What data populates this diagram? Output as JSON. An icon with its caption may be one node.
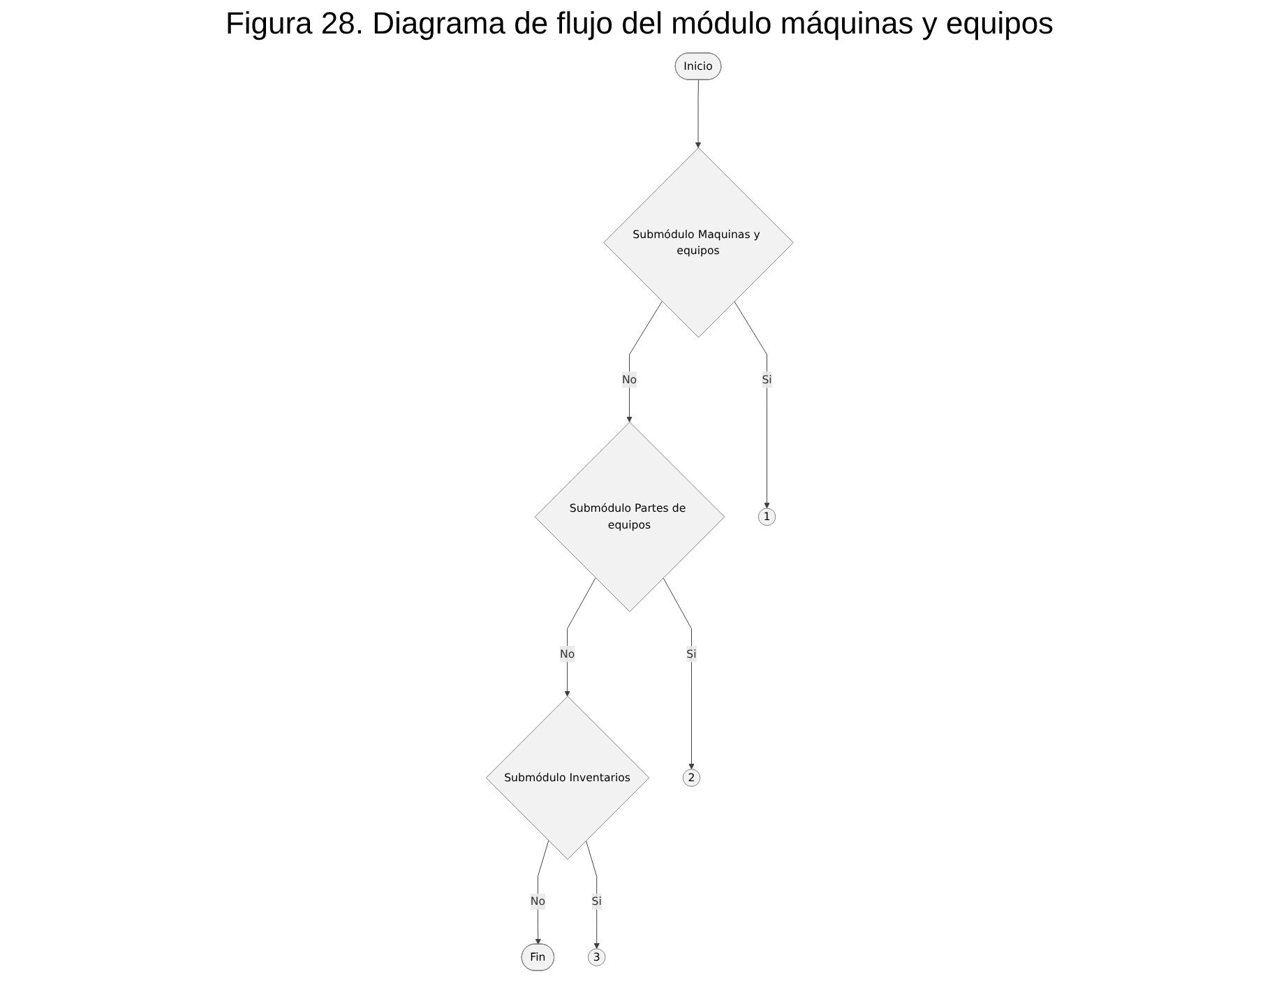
{
  "diagram": {
    "title": "Figura 28. Diagrama de flujo del módulo máquinas y equipos",
    "nodes": [
      {
        "text": [
          "Inicio"
        ]
      },
      {
        "text": [
          "Submódulo Maquinas y equipos"
        ]
      },
      {
        "text": [
          "Submódulo Partes de equipos"
        ]
      },
      {
        "text": [
          "Submódulo Inventarios"
        ]
      },
      {
        "text": [
          "1"
        ]
      },
      {
        "text": [
          "2"
        ]
      },
      {
        "text": [
          "3"
        ]
      },
      {
        "text": [
          "Fin"
        ]
      }
    ],
    "edges": [
      {
        "from": 0,
        "to": 1,
        "arrow": "to"
      },
      {
        "from": 1,
        "to": 2,
        "arrow": "to",
        "label": "No"
      },
      {
        "from": 2,
        "to": 3,
        "arrow": "to",
        "label": "No"
      },
      {
        "from": 3,
        "to": 7,
        "arrow": "to",
        "label": "No"
      },
      {
        "from": 1,
        "to": 4,
        "arrow": "to",
        "label": "Si"
      },
      {
        "from": 2,
        "to": 5,
        "arrow": "to",
        "label": "Si"
      },
      {
        "from": 3,
        "to": 6,
        "arrow": "to",
        "label": "Si"
      }
    ]
  }
}
